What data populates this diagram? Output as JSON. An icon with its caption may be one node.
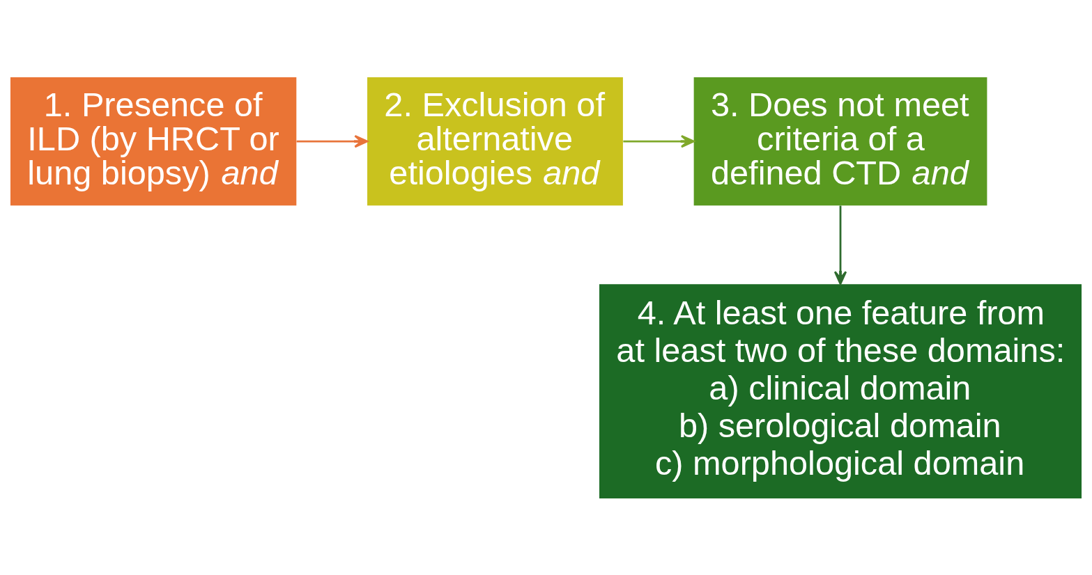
{
  "diagram": {
    "nodes": [
      {
        "text": [
          "1. Presence of ILD (by HRCT or lung biopsy) *and*"
        ]
      },
      {
        "text": [
          "2. Exclusion of alternative etiologies *and*"
        ]
      },
      {
        "text": [
          "3. Does not meet criteria of a defined CTD *and*"
        ]
      },
      {
        "text": [
          "4. At least one feature from at least two of these domains:",
          "a) clinical domain",
          "b) serological domain",
          "c) morphological domain"
        ]
      }
    ],
    "edges": [
      {
        "from": 0,
        "to": 1,
        "arrow": "to",
        "color": "#e8743b"
      },
      {
        "from": 1,
        "to": 2,
        "arrow": "to",
        "color": "#7fa82a"
      },
      {
        "from": 2,
        "to": 3,
        "arrow": "to",
        "color": "#2e6b2e"
      }
    ]
  }
}
